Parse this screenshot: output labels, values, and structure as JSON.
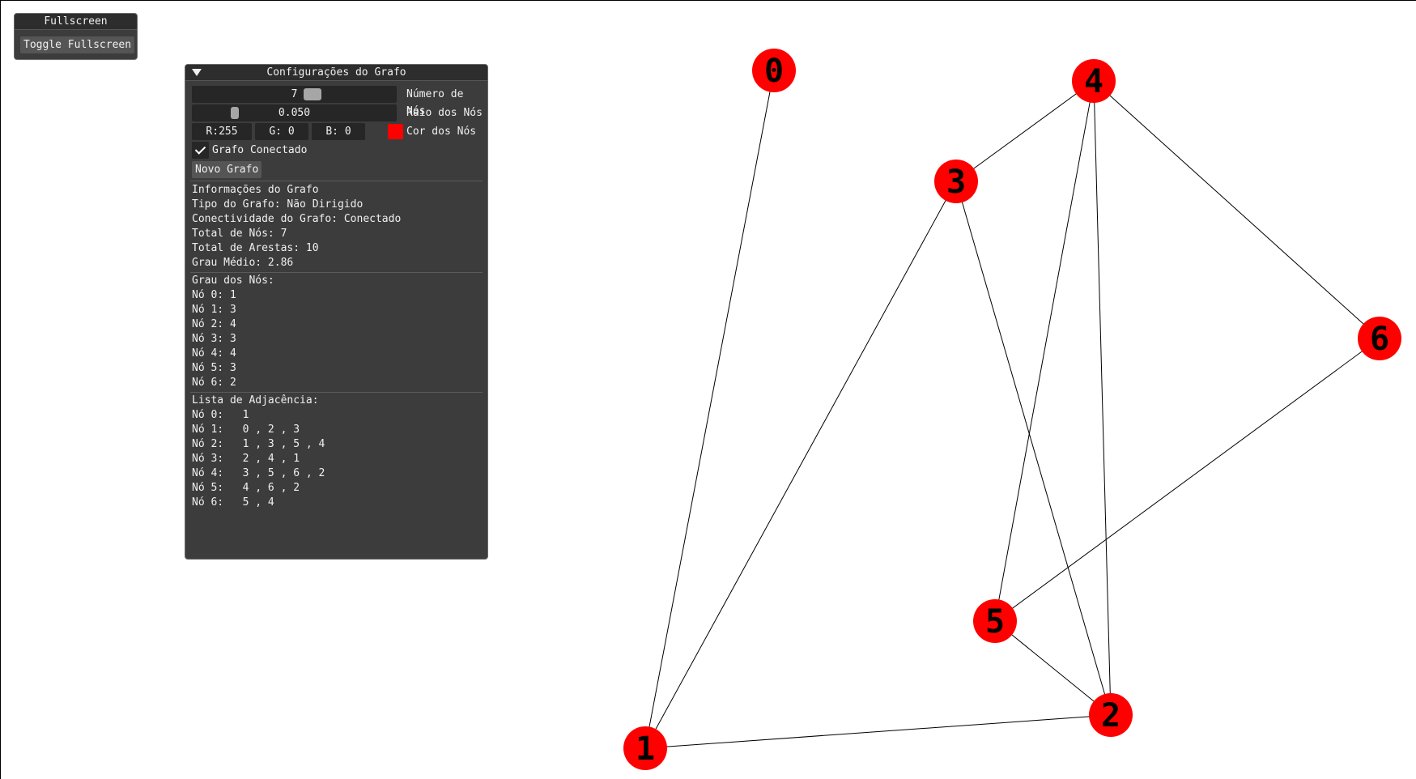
{
  "fullscreen_window": {
    "title": "Fullscreen",
    "toggle_label": "Toggle Fullscreen"
  },
  "config_window": {
    "title": "Configurações do Grafo",
    "num_nodes": {
      "value": "7",
      "label": "Número de Nós",
      "slider_fraction": 0.8
    },
    "node_radius": {
      "value": "0.050",
      "label": "Raio dos Nós",
      "slider_fraction": 0.2
    },
    "node_color": {
      "r": "R:255",
      "g": "G:  0",
      "b": "B:  0",
      "label": "Cor dos Nós",
      "hex": "#ff0000"
    },
    "connected_checkbox": {
      "label": "Grafo Conectado",
      "checked": true
    },
    "new_graph_button": "Novo Grafo",
    "info": {
      "heading": "Informações do Grafo",
      "type": "Tipo do Grafo: Não Dirigido",
      "connectivity": "Conectividade do Grafo: Conectado",
      "total_nodes": "Total de Nós: 7",
      "total_edges": "Total de Arestas: 10",
      "avg_degree": "Grau Médio: 2.86"
    },
    "degrees": {
      "heading": "Grau dos Nós:",
      "items": [
        "Nó 0: 1",
        "Nó 1: 3",
        "Nó 2: 4",
        "Nó 3: 3",
        "Nó 4: 4",
        "Nó 5: 3",
        "Nó 6: 2"
      ]
    },
    "adjacency": {
      "heading": "Lista de Adjacência:",
      "items": [
        "Nó 0:   1",
        "Nó 1:   0 , 2 , 3",
        "Nó 2:   1 , 3 , 5 , 4",
        "Nó 3:   2 , 4 , 1",
        "Nó 4:   3 , 5 , 6 , 2",
        "Nó 5:   4 , 6 , 2",
        "Nó 6:   5 , 4"
      ]
    }
  },
  "graph": {
    "node_color": "#ff0000",
    "edge_color": "#000000",
    "nodes": [
      {
        "id": "0"
      },
      {
        "id": "1"
      },
      {
        "id": "2"
      },
      {
        "id": "3"
      },
      {
        "id": "4"
      },
      {
        "id": "5"
      },
      {
        "id": "6"
      }
    ],
    "edges": [
      [
        0,
        1
      ],
      [
        1,
        2
      ],
      [
        1,
        3
      ],
      [
        2,
        3
      ],
      [
        2,
        5
      ],
      [
        2,
        4
      ],
      [
        3,
        4
      ],
      [
        4,
        5
      ],
      [
        4,
        6
      ],
      [
        5,
        6
      ]
    ]
  }
}
